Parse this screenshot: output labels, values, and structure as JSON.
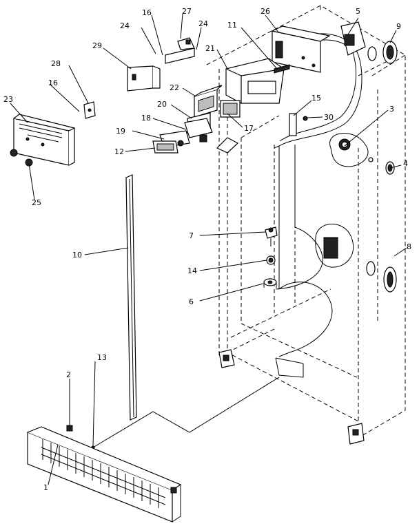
{
  "callouts": {
    "c1": "1",
    "c2": "2",
    "c3": "3",
    "c4": "4",
    "c5": "5",
    "c6": "6",
    "c7": "7",
    "c8": "8",
    "c9": "9",
    "c10": "10",
    "c11": "11",
    "c12": "12",
    "c13": "13",
    "c14": "14",
    "c15": "15",
    "c16a": "16",
    "c16b": "16",
    "c17": "17",
    "c18": "18",
    "c19": "19",
    "c20": "20",
    "c21": "21",
    "c22": "22",
    "c23": "23",
    "c24a": "24",
    "c24b": "24",
    "c25": "25",
    "c26": "26",
    "c27": "27",
    "c28": "28",
    "c29": "29",
    "c30": "30"
  }
}
